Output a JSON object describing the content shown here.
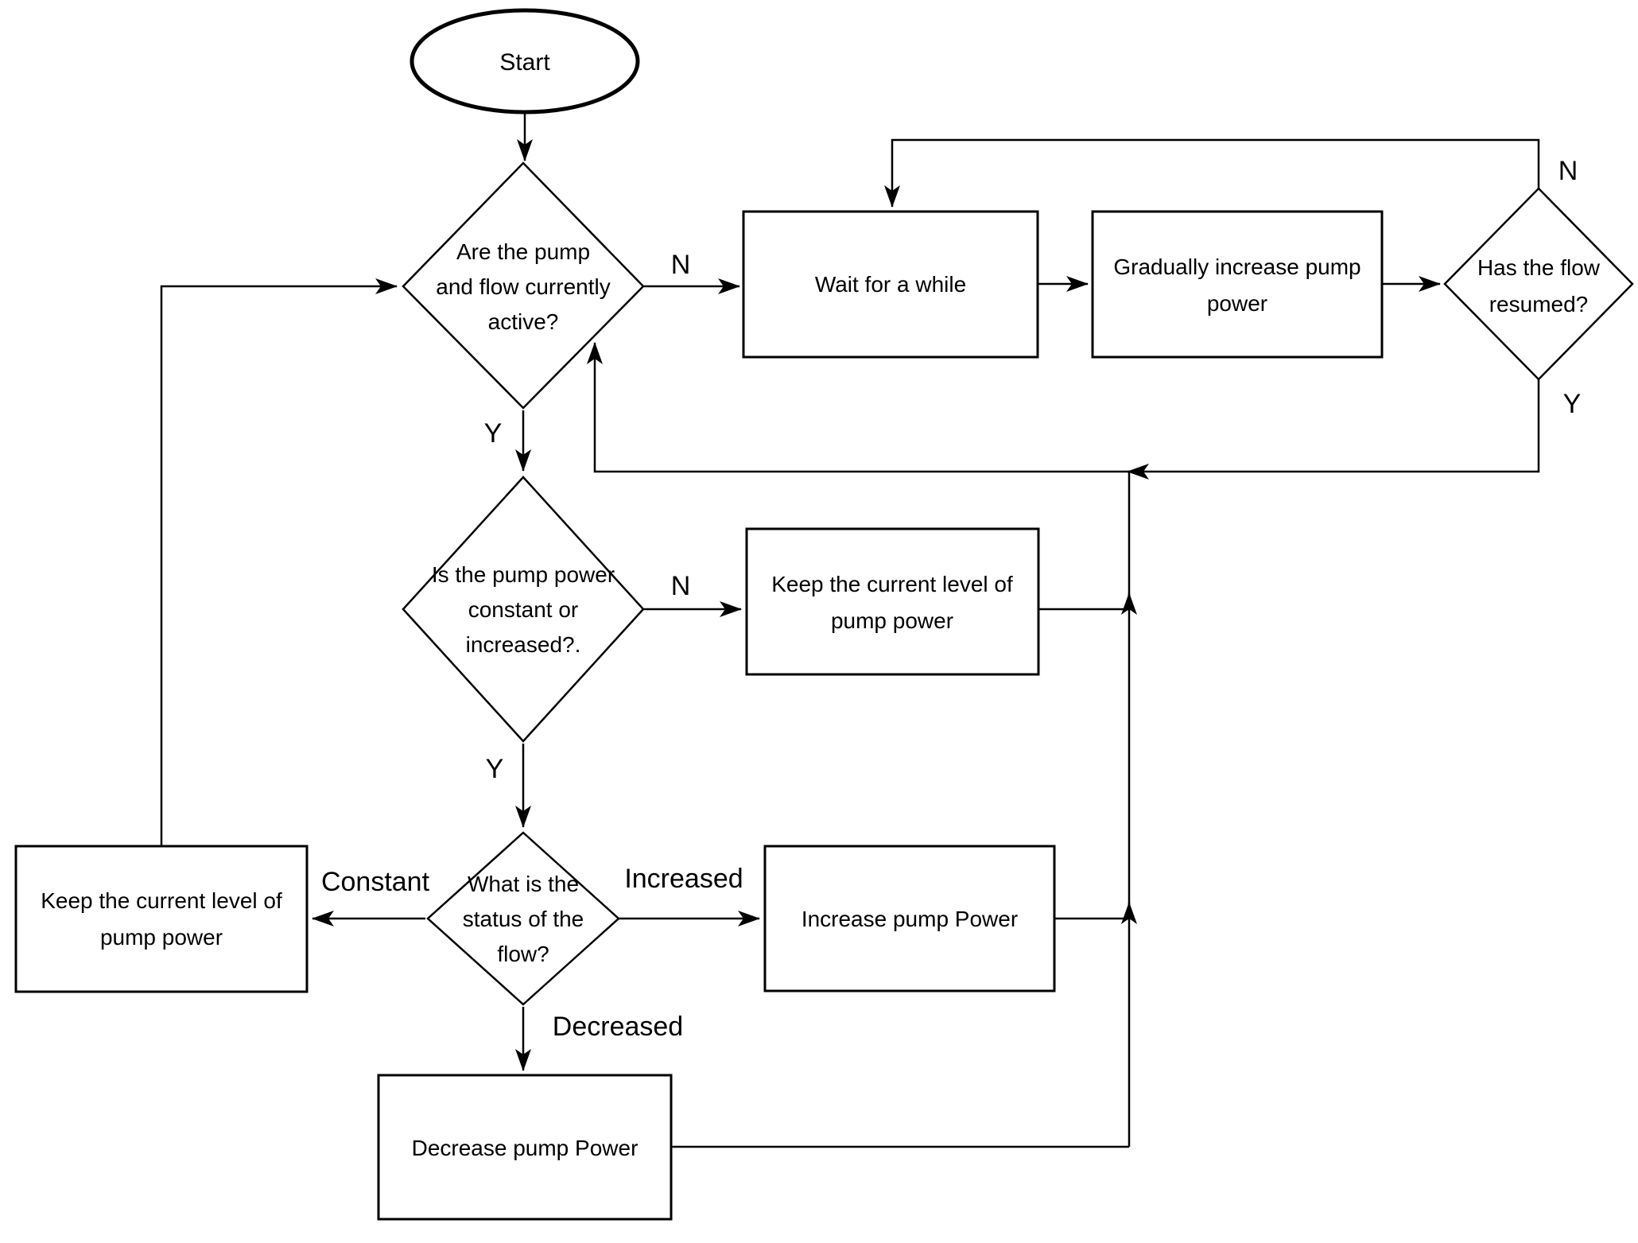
{
  "colors": {
    "line": "#000000",
    "shape_fill": "#ffffff",
    "text": "#000000",
    "background": "#ffffff"
  },
  "nodes": {
    "start": {
      "label": "Start"
    },
    "pump_flow_active": {
      "line1": "Are the pump",
      "line2": "and flow currently",
      "line3": "active?"
    },
    "wait": {
      "label": "Wait for a while"
    },
    "gradually_increase": {
      "line1": "Gradually increase pump",
      "line2": "power"
    },
    "flow_resumed": {
      "line1": "Has the flow",
      "line2": "resumed?"
    },
    "pump_power_constant": {
      "line1": "Is the pump power",
      "line2": "constant or",
      "line3": "increased?."
    },
    "keep_level_right": {
      "line1": "Keep the current level of",
      "line2": "pump power"
    },
    "flow_status": {
      "line1": "What is the",
      "line2": "status of the",
      "line3": "flow?"
    },
    "keep_level_left": {
      "line1": "Keep the current level of",
      "line2": "pump power"
    },
    "increase_pump": {
      "label": "Increase pump Power"
    },
    "decrease_pump": {
      "label": "Decrease pump Power"
    }
  },
  "edge_labels": {
    "active_no": "N",
    "active_yes": "Y",
    "resumed_no": "N",
    "resumed_yes": "Y",
    "constant_no": "N",
    "constant_yes": "Y",
    "status_constant": "Constant",
    "status_increased": "Increased",
    "status_decreased": "Decreased"
  }
}
